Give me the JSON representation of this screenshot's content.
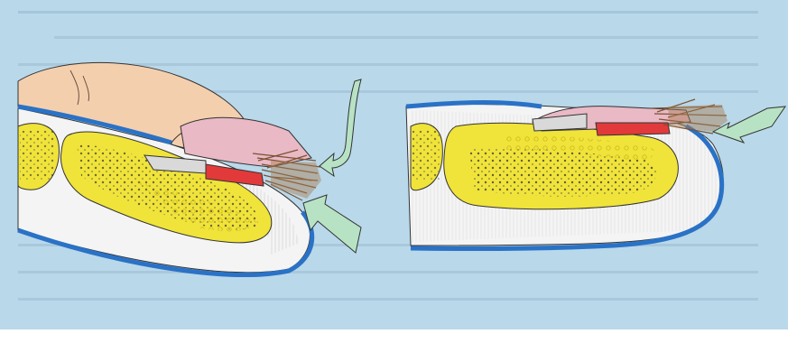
{
  "figure": {
    "panels": [
      {
        "id": "left",
        "subject": "finger-tip-with-frayed-nail"
      },
      {
        "id": "right",
        "subject": "finger-tip-with-frayed-nail-cross-section"
      }
    ],
    "arrows": [
      {
        "panel": "left",
        "icon": "curved-arrow-icon"
      },
      {
        "panel": "left",
        "icon": "straight-arrow-icon"
      },
      {
        "panel": "right",
        "icon": "arrow-icon"
      }
    ],
    "colors": {
      "background": "#b9d8ea",
      "skin": "#f4cfae",
      "bone": "#f0e33a",
      "outline_blue": "#2a72c6",
      "tissue": "#f4f4f4",
      "nail_pink": "#e9b9c6",
      "nail_red": "#e23a3a",
      "fiber": "#a67c52",
      "arrow_green": "#b7e3c4"
    }
  }
}
